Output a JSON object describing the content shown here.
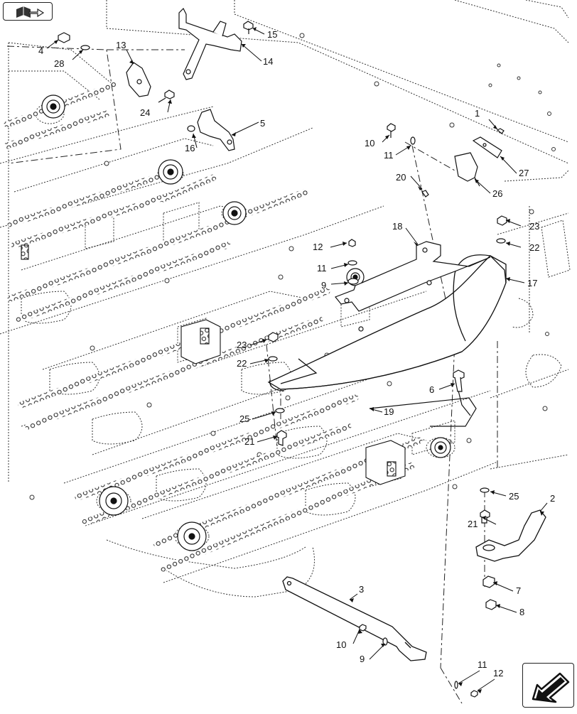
{
  "navigation": {
    "back_icon": "book-arrow-icon",
    "next_icon": "arrow-down-left-icon"
  },
  "callouts": [
    {
      "id": "c1",
      "label": "1"
    },
    {
      "id": "c2",
      "label": "2"
    },
    {
      "id": "c3",
      "label": "3"
    },
    {
      "id": "c4",
      "label": "4"
    },
    {
      "id": "c5",
      "label": "5"
    },
    {
      "id": "c6",
      "label": "6"
    },
    {
      "id": "c7",
      "label": "7"
    },
    {
      "id": "c8",
      "label": "8"
    },
    {
      "id": "c9a",
      "label": "9"
    },
    {
      "id": "c9b",
      "label": "9"
    },
    {
      "id": "c10a",
      "label": "10"
    },
    {
      "id": "c10b",
      "label": "10"
    },
    {
      "id": "c11a",
      "label": "11"
    },
    {
      "id": "c11b",
      "label": "11"
    },
    {
      "id": "c11c",
      "label": "11"
    },
    {
      "id": "c12a",
      "label": "12"
    },
    {
      "id": "c12b",
      "label": "12"
    },
    {
      "id": "c13",
      "label": "13"
    },
    {
      "id": "c14",
      "label": "14"
    },
    {
      "id": "c15",
      "label": "15"
    },
    {
      "id": "c16",
      "label": "16"
    },
    {
      "id": "c17",
      "label": "17"
    },
    {
      "id": "c18",
      "label": "18"
    },
    {
      "id": "c19",
      "label": "19"
    },
    {
      "id": "c20",
      "label": "20"
    },
    {
      "id": "c21a",
      "label": "21"
    },
    {
      "id": "c21b",
      "label": "21"
    },
    {
      "id": "c22a",
      "label": "22"
    },
    {
      "id": "c22b",
      "label": "22"
    },
    {
      "id": "c23a",
      "label": "23"
    },
    {
      "id": "c23b",
      "label": "23"
    },
    {
      "id": "c24",
      "label": "24"
    },
    {
      "id": "c25a",
      "label": "25"
    },
    {
      "id": "c25b",
      "label": "25"
    },
    {
      "id": "c26",
      "label": "26"
    },
    {
      "id": "c27",
      "label": "27"
    },
    {
      "id": "c28",
      "label": "28"
    }
  ]
}
